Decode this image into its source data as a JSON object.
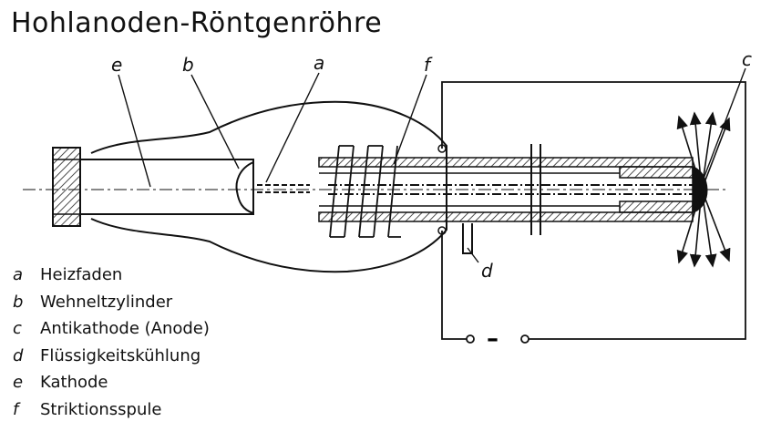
{
  "title": "Hohlanoden-Röntgenröhre",
  "part_labels": {
    "a": "a",
    "b": "b",
    "c": "c",
    "d": "d",
    "e": "e",
    "f": "f"
  },
  "legend": [
    {
      "letter": "a",
      "text": "Heizfaden"
    },
    {
      "letter": "b",
      "text": "Wehneltzylinder"
    },
    {
      "letter": "c",
      "text": "Antikathode (Anode)"
    },
    {
      "letter": "d",
      "text": "Flüssigkeitskühlung"
    },
    {
      "letter": "e",
      "text": "Kathode"
    },
    {
      "letter": "f",
      "text": "Striktionsspule"
    }
  ],
  "circuit_symbol": "–"
}
